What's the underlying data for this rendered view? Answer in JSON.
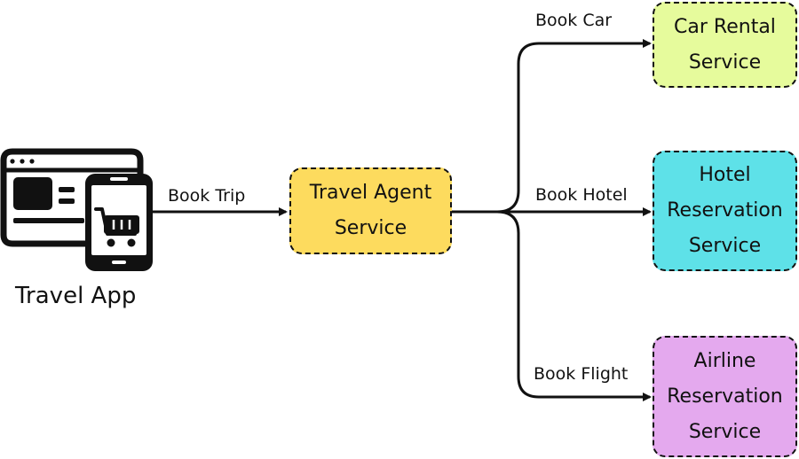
{
  "app": {
    "caption": "Travel App",
    "icon": "travel-app-icon",
    "icon_parts": [
      "browser-window-icon",
      "smartphone-icon",
      "shopping-cart-icon"
    ]
  },
  "nodes": {
    "travel_agent": {
      "lines": [
        "Travel Agent",
        "Service"
      ],
      "color": "#FDDB5E"
    },
    "car_rental": {
      "lines": [
        "Car Rental",
        "Service"
      ],
      "color": "#E6FB9C"
    },
    "hotel": {
      "lines": [
        "Hotel",
        "Reservation",
        "Service"
      ],
      "color": "#5EE1E8"
    },
    "airline": {
      "lines": [
        "Airline",
        "Reservation",
        "Service"
      ],
      "color": "#E4A9EE"
    }
  },
  "edges": {
    "book_trip": {
      "label": "Book Trip",
      "from": "Travel App",
      "to": "Travel Agent Service"
    },
    "book_car": {
      "label": "Book Car",
      "from": "Travel Agent Service",
      "to": "Car Rental Service"
    },
    "book_hotel": {
      "label": "Book Hotel",
      "from": "Travel Agent Service",
      "to": "Hotel Reservation Service"
    },
    "book_flight": {
      "label": "Book Flight",
      "from": "Travel Agent Service",
      "to": "Airline Reservation Service"
    }
  },
  "style": {
    "stroke": "#111111",
    "background": "#FFFFFF"
  }
}
